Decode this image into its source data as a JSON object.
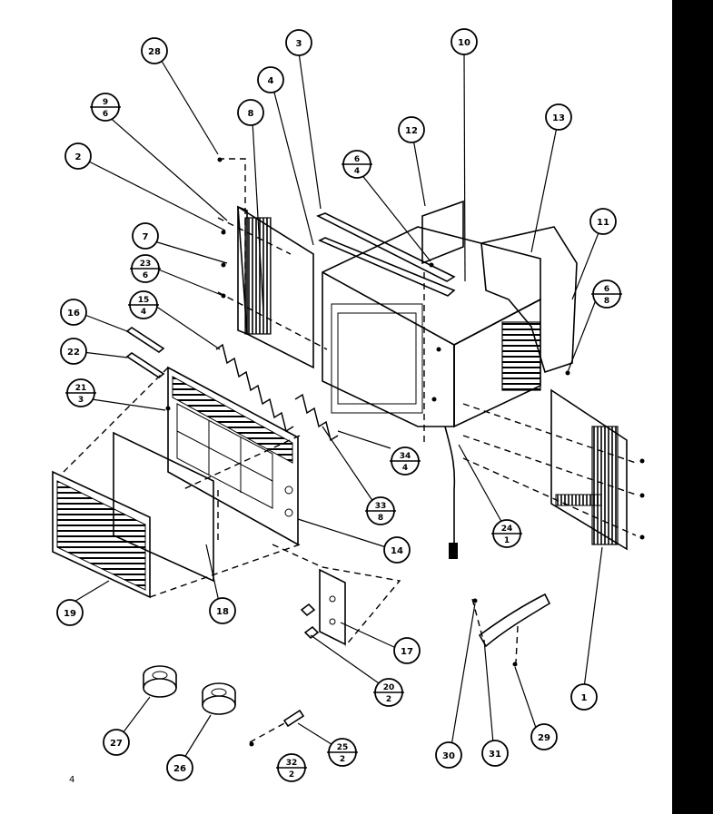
{
  "diagram": {
    "page_number": "4",
    "callouts": [
      {
        "id": "c28",
        "label": "28"
      },
      {
        "id": "c3",
        "label": "3"
      },
      {
        "id": "c10",
        "label": "10"
      },
      {
        "id": "c4",
        "label": "4"
      },
      {
        "id": "c8",
        "label": "8"
      },
      {
        "id": "c12",
        "label": "12"
      },
      {
        "id": "c13",
        "label": "13"
      },
      {
        "id": "c2",
        "label": "2"
      },
      {
        "id": "c11",
        "label": "11"
      },
      {
        "id": "c7",
        "label": "7"
      },
      {
        "id": "c16",
        "label": "16"
      },
      {
        "id": "c22",
        "label": "22"
      },
      {
        "id": "c14",
        "label": "14"
      },
      {
        "id": "c19",
        "label": "19"
      },
      {
        "id": "c18",
        "label": "18"
      },
      {
        "id": "c17",
        "label": "17"
      },
      {
        "id": "c1",
        "label": "1"
      },
      {
        "id": "c27",
        "label": "27"
      },
      {
        "id": "c26",
        "label": "26"
      },
      {
        "id": "c30",
        "label": "30"
      },
      {
        "id": "c31",
        "label": "31"
      },
      {
        "id": "c29",
        "label": "29"
      }
    ],
    "fraction_callouts": [
      {
        "id": "f9_6",
        "top": "9",
        "bottom": "6"
      },
      {
        "id": "f6_4",
        "top": "6",
        "bottom": "4"
      },
      {
        "id": "f23_6",
        "top": "23",
        "bottom": "6"
      },
      {
        "id": "f15_4",
        "top": "15",
        "bottom": "4"
      },
      {
        "id": "f6_8",
        "top": "6",
        "bottom": "8"
      },
      {
        "id": "f21_3",
        "top": "21",
        "bottom": "3"
      },
      {
        "id": "f34_4",
        "top": "34",
        "bottom": "4"
      },
      {
        "id": "f33_8",
        "top": "33",
        "bottom": "8"
      },
      {
        "id": "f24_1",
        "top": "24",
        "bottom": "1"
      },
      {
        "id": "f20_2",
        "top": "20",
        "bottom": "2"
      },
      {
        "id": "f25_2",
        "top": "25",
        "bottom": "2"
      },
      {
        "id": "f32_2",
        "top": "32",
        "bottom": "2"
      }
    ]
  }
}
